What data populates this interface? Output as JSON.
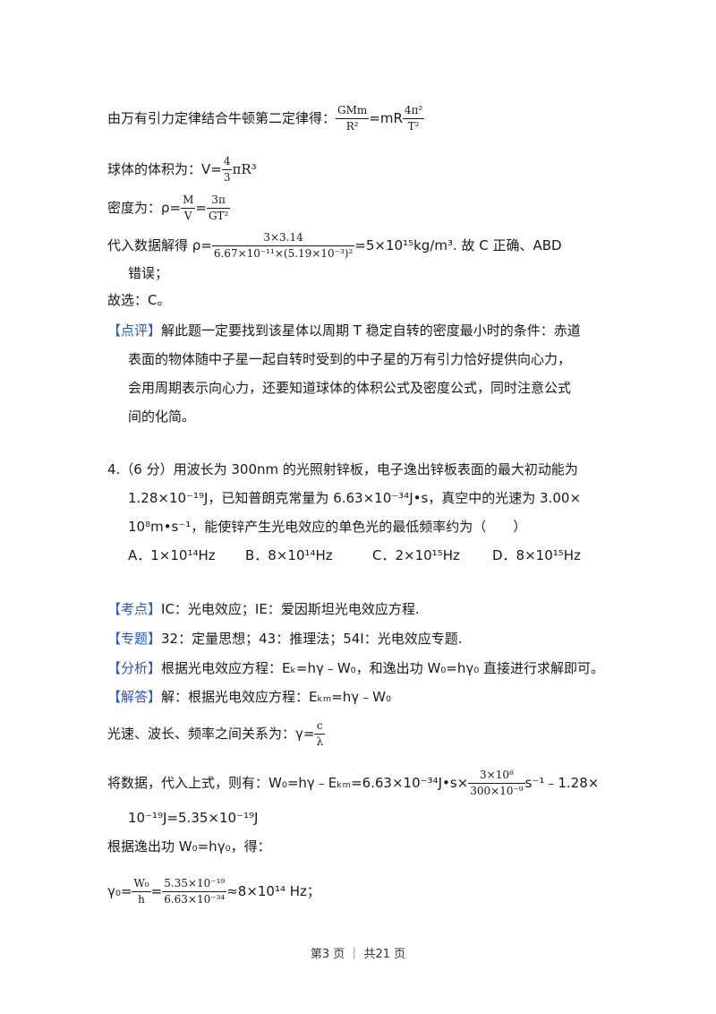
{
  "l1": {
    "text": "由万有引力定律结合牛顿第二定律得：",
    "f1n": "GMm",
    "f1d": "R²",
    "mid": "=mR",
    "f2n": "4π²",
    "f2d": "T²"
  },
  "l2": {
    "text": "球体的体积为：V=",
    "fn": "4",
    "fd": "3",
    "tail": "πR³"
  },
  "l3": {
    "text": "密度为：ρ=",
    "f1n": "M",
    "f1d": "V",
    "eq": "=",
    "f2n": "3π",
    "f2d": "GT²"
  },
  "l4": {
    "text": "代入数据解得 ρ=",
    "fn": "3×3.14",
    "fd": "6.67×10⁻¹¹×(5.19×10⁻³)²",
    "tail": "=5×10¹⁵kg/m³. 故 C 正确、ABD"
  },
  "l5": "错误；",
  "l6": "故选：C。",
  "comment": {
    "tag": "【点评】",
    "lines": [
      "解此题一定要找到该星体以周期 T 稳定自转的密度最小时的条件：赤道",
      "表面的物体随中子星一起自转时受到的中子星的万有引力恰好提供向心力，",
      "会用周期表示向心力，还要知道球体的体积公式及密度公式，同时注意公式",
      "间的化简。"
    ]
  },
  "q4": {
    "lines": [
      "4.（6 分）用波长为 300nm 的光照射锌板，电子逸出锌板表面的最大初动能为",
      "1.28×10⁻¹⁹J，已知普朗克常量为 6.63×10⁻³⁴J•s，真空中的光速为 3.00×",
      "10⁸m•s⁻¹，能使锌产生光电效应的单色光的最低频率约为（　　）"
    ],
    "options": [
      "A．1×10¹⁴Hz",
      "B．8×10¹⁴Hz",
      "C．2×10¹⁵Hz",
      "D．8×10¹⁵Hz"
    ]
  },
  "kaodian": {
    "tag": "【考点】",
    "text": "IC：光电效应；IE：爱因斯坦光电效应方程."
  },
  "zhuanti": {
    "tag": "【专题】",
    "text": "32：定量思想；43：推理法；54I：光电效应专题."
  },
  "fenxi": {
    "tag": "【分析】",
    "text": "根据光电效应方程：Eₖ=hγ﹣W₀，和逸出功 W₀=hγ₀ 直接进行求解即可。"
  },
  "jieda": {
    "tag": "【解答】",
    "text": "解：根据光电效应方程：Eₖₘ=hγ﹣W₀"
  },
  "s1": {
    "text": "光速、波长、频率之间关系为：γ=",
    "fn": "c",
    "fd": "λ"
  },
  "s2": {
    "text": "将数据，代入上式，则有：W₀=hγ﹣Eₖₘ=6.63×10⁻³⁴J•s×",
    "fn": "3×10⁸",
    "fd": "300×10⁻⁹",
    "tail": "s⁻¹﹣1.28×"
  },
  "s3": "10⁻¹⁹J=5.35×10⁻¹⁹J",
  "s4": "根据逸出功 W₀=hγ₀，得：",
  "s5": {
    "text": "γ₀=",
    "f1n": "W₀",
    "f1d": "h",
    "eq": "=",
    "f2n": "5.35×10⁻¹⁹",
    "f2d": "6.63×10⁻³⁴",
    "tail": "≈8×10¹⁴ Hz；"
  },
  "footer": "第3 页 ｜ 共21 页"
}
